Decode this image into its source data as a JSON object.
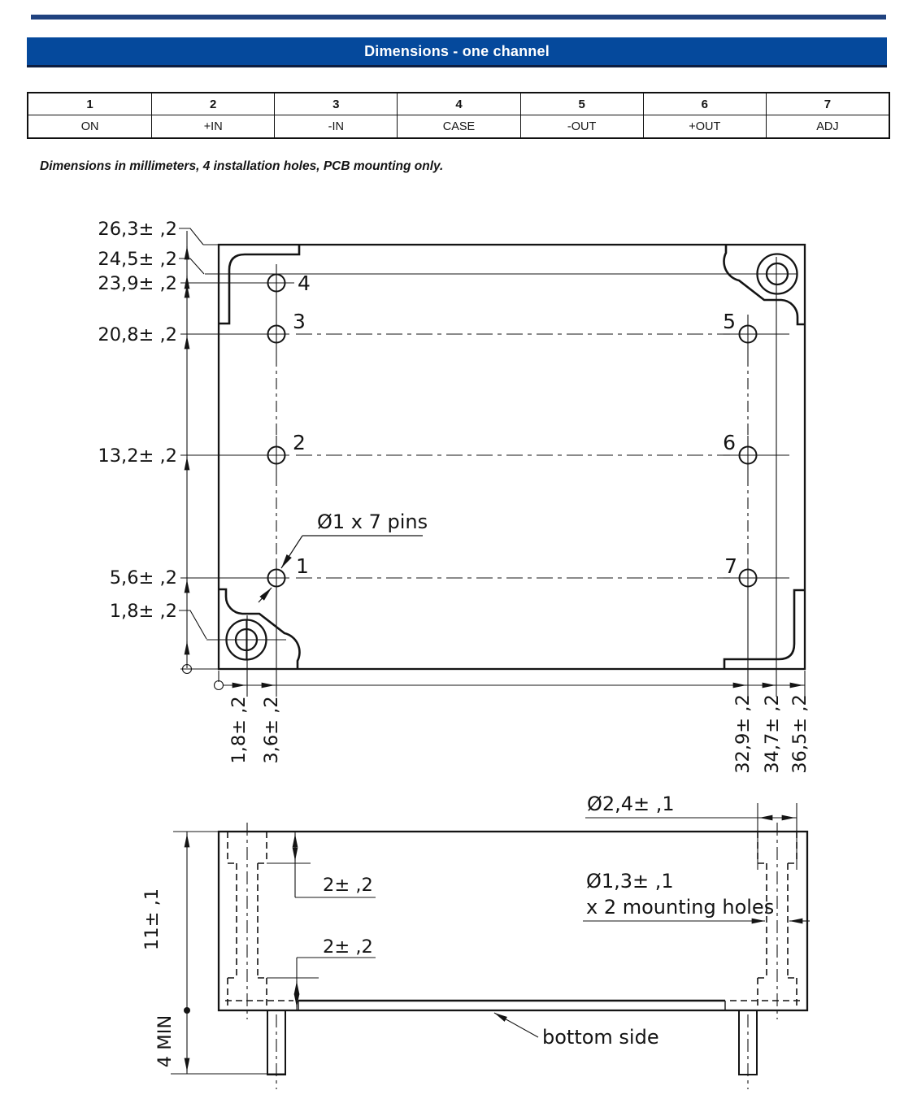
{
  "header": {
    "title": "Dimensions - one channel"
  },
  "pin_table": {
    "headers": [
      "1",
      "2",
      "3",
      "4",
      "5",
      "6",
      "7"
    ],
    "values": [
      "ON",
      "+IN",
      "-IN",
      "CASE",
      "-OUT",
      "+OUT",
      "ADJ"
    ]
  },
  "note": "Dimensions in millimeters, 4 installation holes, PCB mounting only.",
  "top_view": {
    "left_dims": [
      "26,3± ,2",
      "24,5± ,2",
      "23,9± ,2",
      "20,8± ,2",
      "13,2± ,2",
      "5,6± ,2",
      "1,8± ,2"
    ],
    "bottom_dims": [
      "1,8± ,2",
      "3,6± ,2",
      "32,9± ,2",
      "34,7± ,2",
      "36,5± ,2"
    ],
    "pin_numbers": [
      "1",
      "2",
      "3",
      "4",
      "5",
      "6",
      "7"
    ],
    "pins_callout": "Ø1 x 7 pins"
  },
  "side_view": {
    "height_dim": "11± ,1",
    "pin_length_dim": "4 MIN",
    "counterbore_dia": "Ø2,4± ,1",
    "hole_dia": "Ø1,3± ,1",
    "hole_note": "x 2 mounting holes",
    "counterbore_depth_top": "2± ,2",
    "counterbore_depth_bottom": "2± ,2",
    "bottom_label": "bottom side"
  },
  "colors": {
    "accent_blue": "#05499c",
    "rule_blue": "#20427f",
    "line": "#141414"
  }
}
